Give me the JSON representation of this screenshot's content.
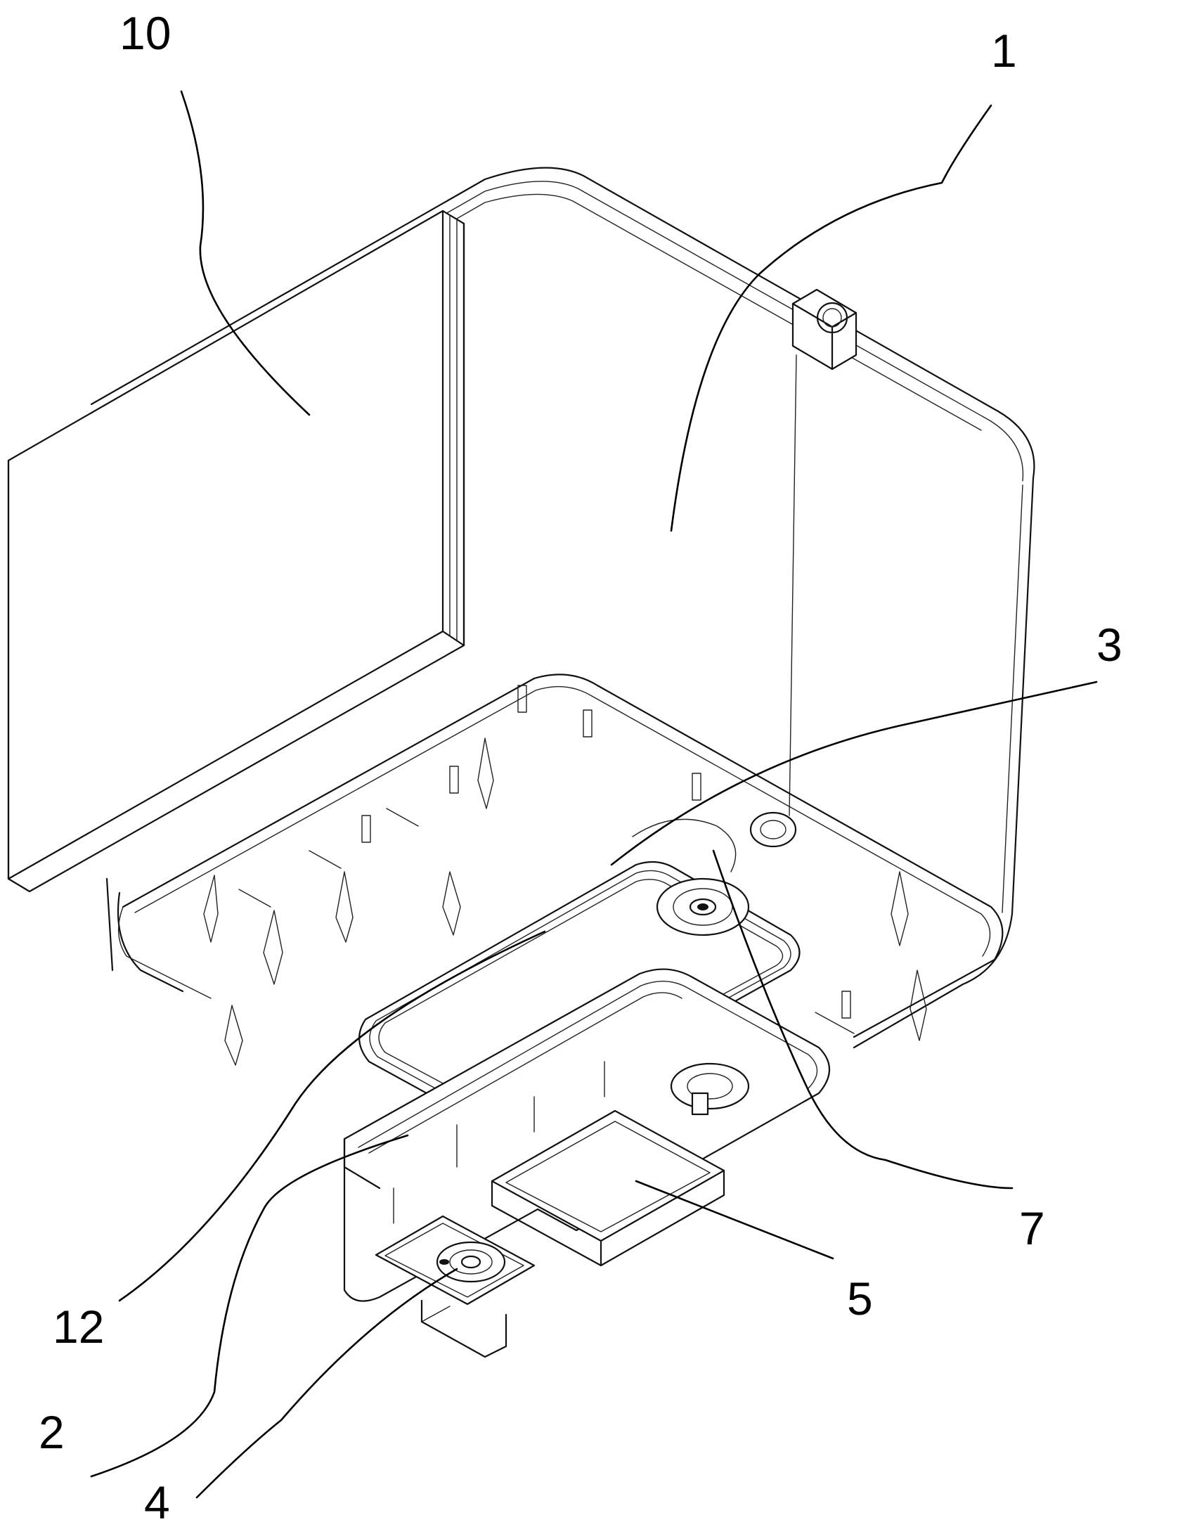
{
  "callouts": [
    {
      "id": "10",
      "label": "10"
    },
    {
      "id": "1",
      "label": "1"
    },
    {
      "id": "3",
      "label": "3"
    },
    {
      "id": "12",
      "label": "12"
    },
    {
      "id": "7",
      "label": "7"
    },
    {
      "id": "5",
      "label": "5"
    },
    {
      "id": "2",
      "label": "2"
    },
    {
      "id": "4",
      "label": "4"
    }
  ]
}
